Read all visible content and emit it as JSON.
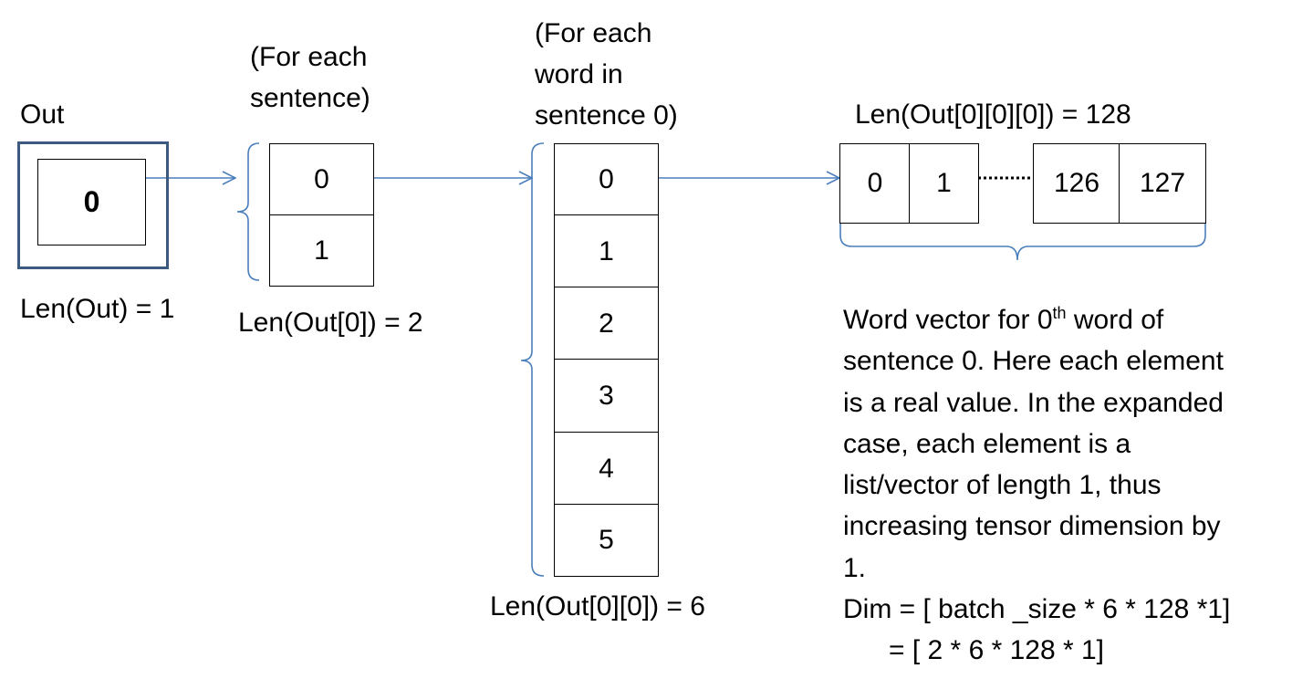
{
  "out": {
    "title": "Out",
    "cell": "0",
    "len": "Len(Out) = 1"
  },
  "sentences": {
    "header_line1": "(For each",
    "header_line2": "sentence)",
    "cells": [
      "0",
      "1"
    ],
    "len": "Len(Out[0]) = 2"
  },
  "words": {
    "header_line1": "(For each",
    "header_line2": "word in",
    "header_line3": "sentence 0)",
    "cells": [
      "0",
      "1",
      "2",
      "3",
      "4",
      "5"
    ],
    "len": "Len(Out[0][0]) = 6"
  },
  "vector": {
    "len": "Len(Out[0][0][0]) = 128",
    "cells": [
      "0",
      "1",
      "126",
      "127"
    ]
  },
  "description": {
    "line1_pre": "Word vector for 0",
    "line1_sup": "th",
    "line1_post": " word of",
    "line2": "sentence 0. Here each element",
    "line3": "is a real value. In the expanded",
    "line4": "case, each element is a",
    "line5": "list/vector of length 1, thus",
    "line6": "increasing tensor dimension by",
    "line7": "1.",
    "line8": "Dim = [ batch _size * 6 * 128 *1]",
    "line9": "      = [ 2 * 6 * 128 * 1]"
  },
  "colors": {
    "arrow": "#4a7ebb",
    "frame": "#3b5a80",
    "border": "#000000"
  }
}
